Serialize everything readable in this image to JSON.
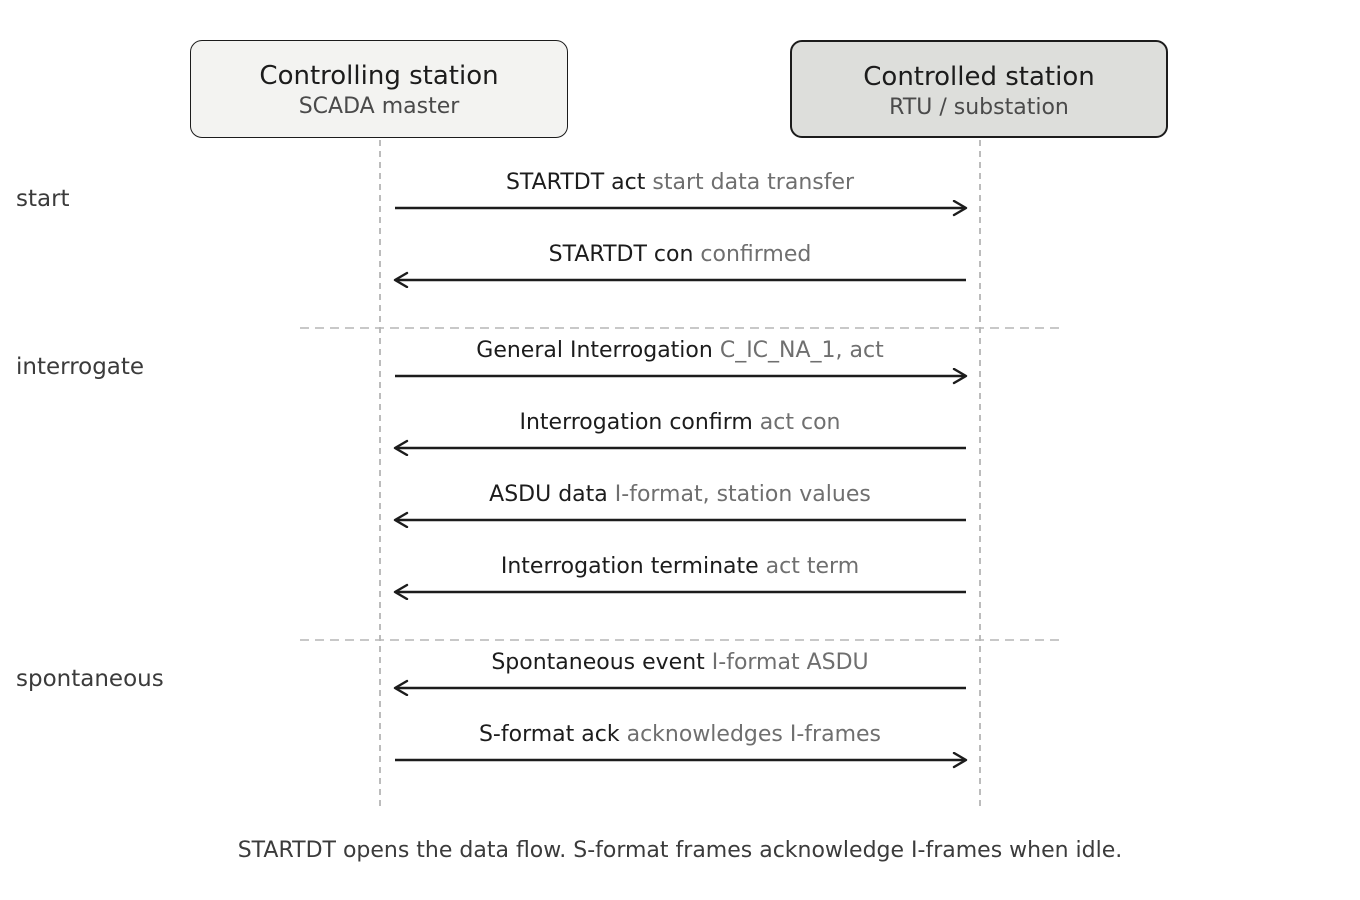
{
  "participants": {
    "left": {
      "title": "Controlling station",
      "subtitle": "SCADA master"
    },
    "right": {
      "title": "Controlled station",
      "subtitle": "RTU / substation"
    }
  },
  "phases": [
    {
      "label": "start"
    },
    {
      "label": "interrogate"
    },
    {
      "label": "spontaneous"
    }
  ],
  "messages": [
    {
      "name": "STARTDT act",
      "detail": "start data transfer",
      "direction": "right",
      "phase": "start"
    },
    {
      "name": "STARTDT con",
      "detail": "confirmed",
      "direction": "left",
      "phase": "start"
    },
    {
      "name": "General Interrogation",
      "detail": "C_IC_NA_1, act",
      "direction": "right",
      "phase": "interrogate"
    },
    {
      "name": "Interrogation confirm",
      "detail": "act con",
      "direction": "left",
      "phase": "interrogate"
    },
    {
      "name": "ASDU data",
      "detail": "I-format, station values",
      "direction": "left",
      "phase": "interrogate"
    },
    {
      "name": "Interrogation terminate",
      "detail": "act term",
      "direction": "left",
      "phase": "interrogate"
    },
    {
      "name": "Spontaneous event",
      "detail": "I-format ASDU",
      "direction": "left",
      "phase": "spontaneous"
    },
    {
      "name": "S-format ack",
      "detail": "acknowledges I-frames",
      "direction": "right",
      "phase": "spontaneous"
    }
  ],
  "caption": "STARTDT opens the data flow. S-format frames acknowledge I-frames when idle."
}
